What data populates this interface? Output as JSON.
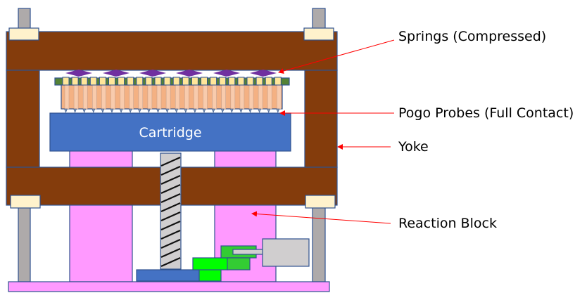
{
  "diagram": {
    "cartridge_label": "Cartridge",
    "labels": {
      "springs": "Springs (Compressed)",
      "pogo": "Pogo Probes (Full Contact)",
      "yoke": "Yoke",
      "reaction": "Reaction Block"
    },
    "colors": {
      "yoke": "#843c0c",
      "cartridge": "#4472c4",
      "reaction_block": "#ff99ff",
      "spring": "#7030a0",
      "probe_body": "#f4b183",
      "probe_board": "#548235",
      "post": "#aeaaaa",
      "bushing": "#fff2cc",
      "arrow": "#ff0000",
      "outline": "#2f528f"
    }
  }
}
